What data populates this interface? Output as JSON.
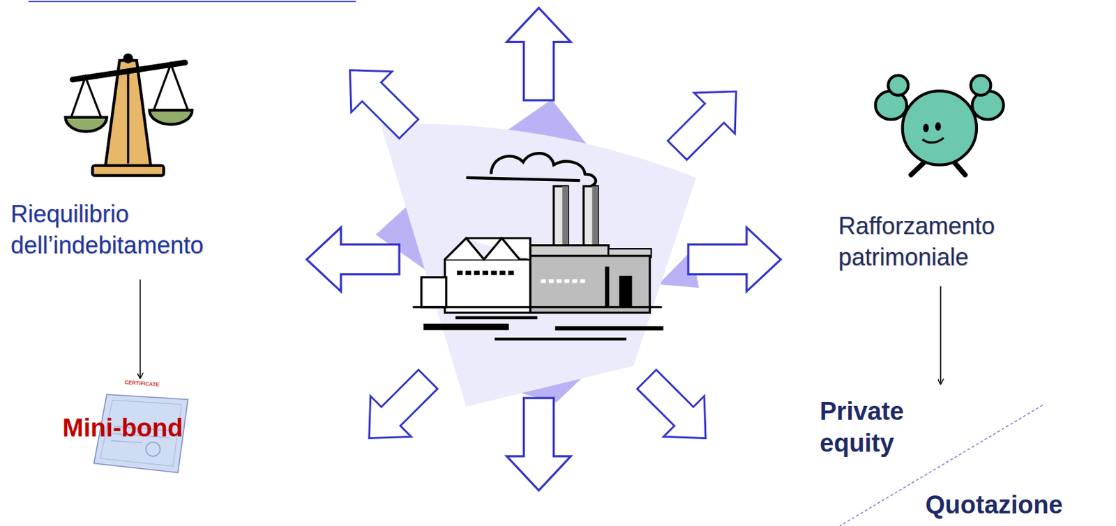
{
  "diagram": {
    "nodes": [
      {
        "text": [
          "Riequilibrio dell’indebitamento"
        ]
      },
      {
        "text": [
          "Mini-bond"
        ]
      },
      {
        "text": [
          "Rafforzamento patrimoniale"
        ]
      },
      {
        "text": [
          "Private equity"
        ]
      },
      {
        "text": [
          "Quotazione"
        ]
      }
    ],
    "edges": [
      {
        "from": 0,
        "to": 1,
        "arrow": "to"
      },
      {
        "from": 2,
        "to": 3,
        "arrow": "to"
      }
    ],
    "labels": [
      "CERTIFICATE"
    ]
  }
}
